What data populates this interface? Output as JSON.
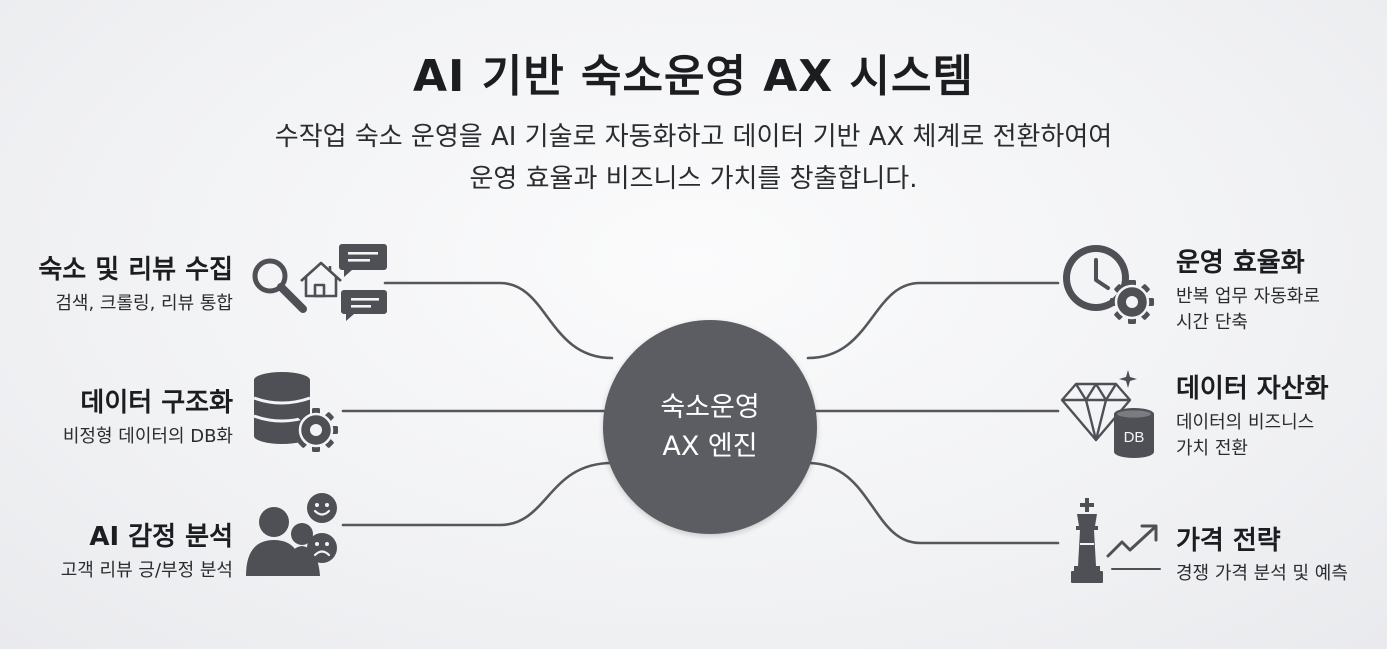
{
  "header": {
    "title": "AI 기반 숙소운영 AX 시스템",
    "subtitle_line1": "수작업 숙소 운영을 AI 기술로 자동화하고 데이터 기반 AX 체계로 전환하여여",
    "subtitle_line2": "운영 효율과 비즈니스 가치를 창출합니다."
  },
  "hub": {
    "line1": "숙소운영",
    "line2": "AX 엔진",
    "color": "#5b5d63"
  },
  "left_nodes": [
    {
      "title": "숙소 및 리뷰 수집",
      "desc": [
        "검색, 크롤링, 리뷰 통합"
      ],
      "icons": [
        "magnifier-icon",
        "house-icon",
        "chat-bubble-icon"
      ]
    },
    {
      "title": "데이터 구조화",
      "desc": [
        "비정형 데이터의 DB화"
      ],
      "icons": [
        "database-icon",
        "gear-icon"
      ]
    },
    {
      "title": "AI 감정 분석",
      "desc": [
        "고객 리뷰 긍/부정 분석"
      ],
      "icons": [
        "people-icon",
        "smile-icon",
        "frown-icon"
      ]
    }
  ],
  "right_nodes": [
    {
      "title": "운영 효율화",
      "desc": [
        "반복 업무 자동화로",
        "시간 단축"
      ],
      "icons": [
        "clock-icon",
        "gear-icon"
      ]
    },
    {
      "title": "데이터 자산화",
      "desc": [
        "데이터의 비즈니스",
        "가치 전환"
      ],
      "icons": [
        "diamond-icon",
        "database-icon"
      ],
      "db_label": "DB"
    },
    {
      "title": "가격 전략",
      "desc": [
        "경쟁 가격 분석 및 예측"
      ],
      "icons": [
        "chess-king-icon",
        "trend-up-icon"
      ]
    }
  ],
  "colors": {
    "icon": "#4e5056",
    "connector": "#55575c",
    "hub": "#5b5d63"
  }
}
